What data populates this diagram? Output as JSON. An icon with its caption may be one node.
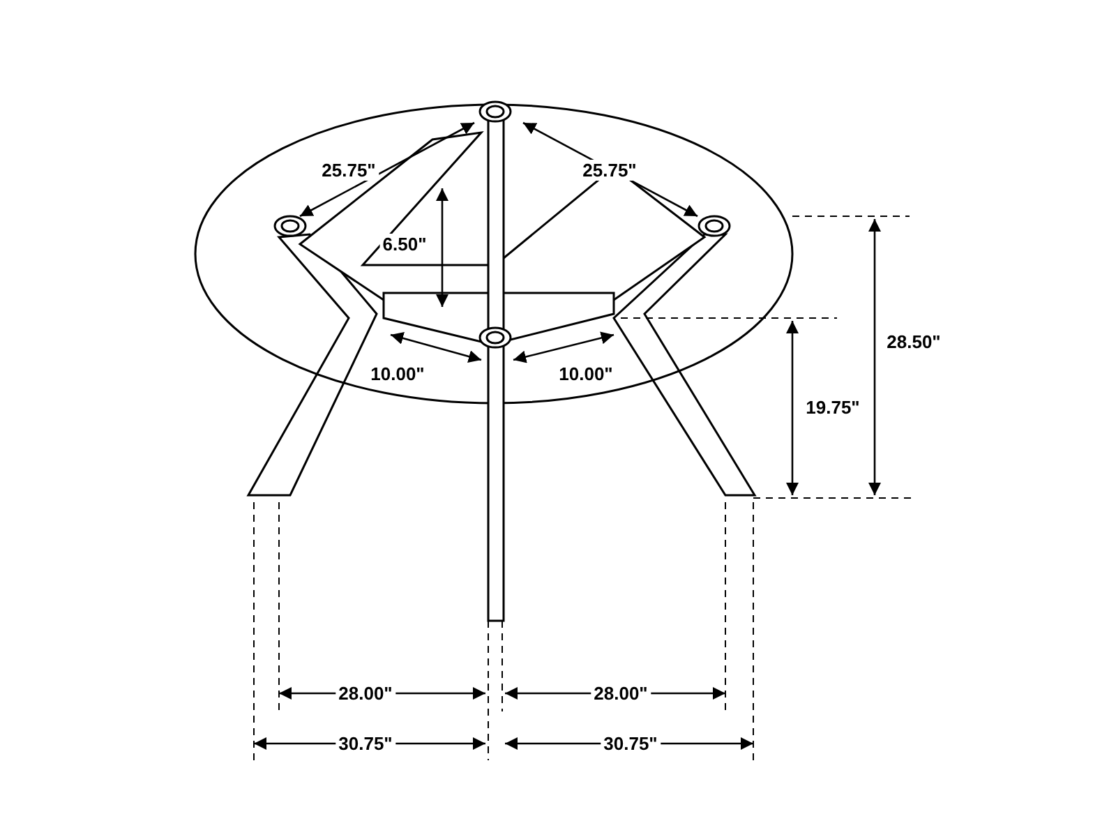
{
  "diagram": {
    "labels": [
      "25.75\"",
      "25.75\"",
      "6.50\"",
      "28.50\"",
      "10.00\"",
      "10.00\"",
      "19.75\"",
      "28.00\"",
      "28.00\"",
      "30.75\"",
      "30.75\""
    ]
  }
}
